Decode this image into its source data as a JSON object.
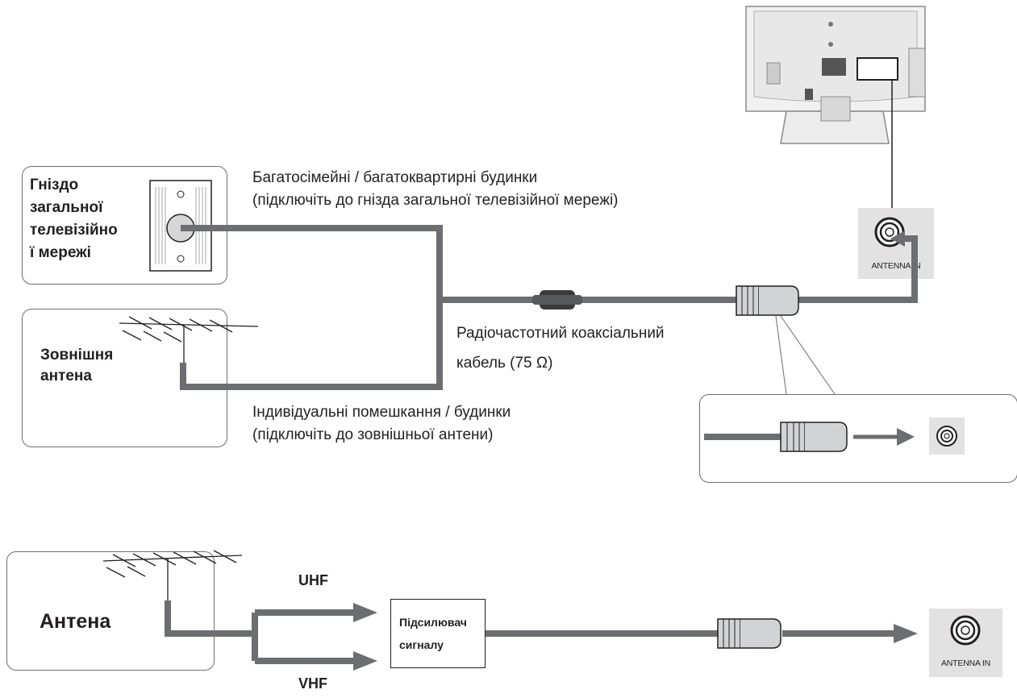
{
  "wall_socket": {
    "label_lines": [
      "Гніздо",
      "загальної",
      "телевізійно",
      "ї мережі"
    ]
  },
  "outdoor_antenna": {
    "label_lines": [
      "Зовнішня",
      "антена"
    ]
  },
  "annotations": {
    "multi_family_line1": "Багатосімейні / багатоквартирні будинки",
    "multi_family_line2": "(підключіть до гнізда загальної телевізійної мережі)",
    "cable_line1": "Радіочастотний коаксіальний",
    "cable_line2": "кабель (75 Ω)",
    "individual_line1": "Індивідуальні помешкання / будинки",
    "individual_line2": "(підключіть до зовнішньої антени)"
  },
  "tv_port": {
    "label": "ANTENNA IN"
  },
  "amplifier_setup": {
    "antenna_label": "Антена",
    "uhf_label": "UHF",
    "vhf_label": "VHF",
    "amplifier_line1": "Підсилювач",
    "amplifier_line2": "сигналу",
    "port_label": "ANTENNA IN"
  },
  "colors": {
    "cable": "#6d6e71",
    "text": "#231f20",
    "port_bg": "#e2e2e2"
  }
}
